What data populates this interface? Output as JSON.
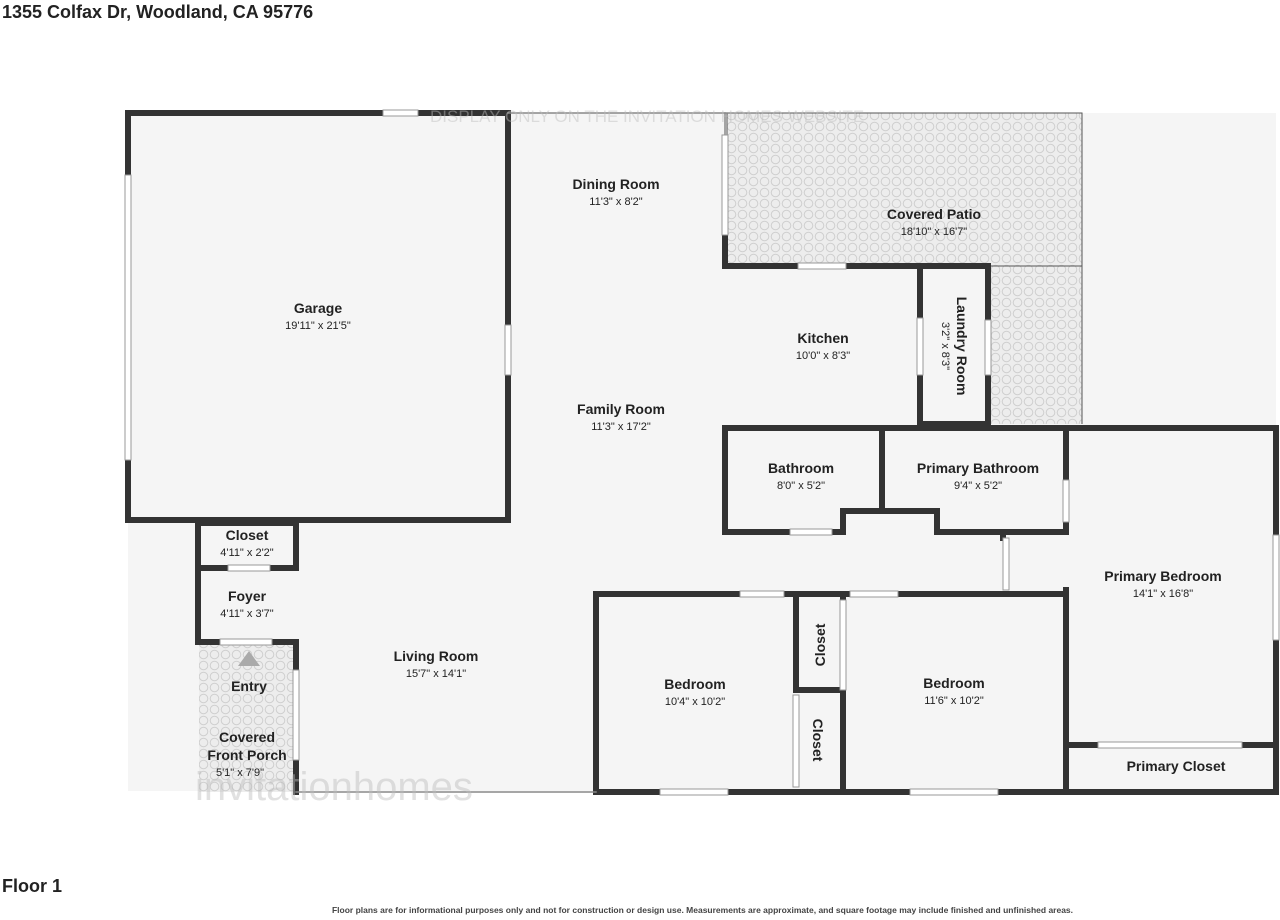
{
  "header": {
    "address": "1355 Colfax Dr, Woodland, CA 95776"
  },
  "footer": {
    "floor_label": "Floor 1",
    "disclaimer": "Floor plans are for informational purposes only and not for construction or design use. Measurements are approximate, and square footage may include finished and unfinished areas."
  },
  "watermark": {
    "brand": "invitationhomes",
    "notice": "DISPLAY ONLY ON THE INVITATION HOMES WEBSITE"
  },
  "rooms": {
    "garage": {
      "name": "Garage",
      "dims": "19'11\" x 21'5\""
    },
    "dining_room": {
      "name": "Dining Room",
      "dims": "11'3\" x 8'2\""
    },
    "covered_patio": {
      "name": "Covered Patio",
      "dims": "18'10\" x 16'7\""
    },
    "kitchen": {
      "name": "Kitchen",
      "dims": "10'0\" x 8'3\""
    },
    "laundry_room": {
      "name": "Laundry Room",
      "dims": "3'2\" x 8'3\""
    },
    "family_room": {
      "name": "Family Room",
      "dims": "11'3\" x 17'2\""
    },
    "bathroom": {
      "name": "Bathroom",
      "dims": "8'0\" x 5'2\""
    },
    "primary_bathroom": {
      "name": "Primary Bathroom",
      "dims": "9'4\" x 5'2\""
    },
    "primary_bedroom": {
      "name": "Primary Bedroom",
      "dims": "14'1\" x 16'8\""
    },
    "closet_entry": {
      "name": "Closet",
      "dims": "4'11\" x 2'2\""
    },
    "foyer": {
      "name": "Foyer",
      "dims": "4'11\" x 3'7\""
    },
    "entry": {
      "name": "Entry"
    },
    "covered_front_porch": {
      "name": "Covered Front Porch",
      "line1": "Covered",
      "line2": "Front Porch",
      "dims": "5'1\" x 7'9\""
    },
    "living_room": {
      "name": "Living Room",
      "dims": "15'7\" x 14'1\""
    },
    "bedroom_1": {
      "name": "Bedroom",
      "dims": "10'4\" x 10'2\""
    },
    "bedroom_2": {
      "name": "Bedroom",
      "dims": "11'6\" x 10'2\""
    },
    "closet_upper": {
      "name": "Closet"
    },
    "closet_lower": {
      "name": "Closet"
    },
    "primary_closet": {
      "name": "Primary Closet"
    }
  },
  "colors": {
    "wall": "#333333",
    "floor": "#f5f5f5",
    "tile": "#e4e4e4",
    "tile_line": "#cfcfcf",
    "window": "#ffffff"
  }
}
